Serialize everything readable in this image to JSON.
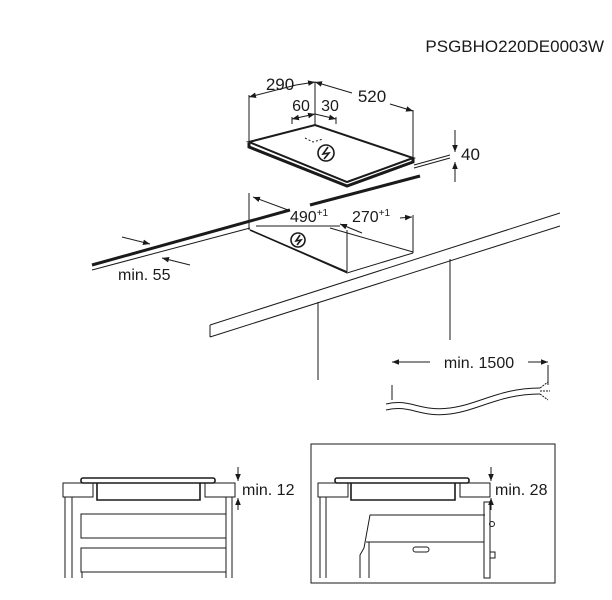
{
  "model_code": "PSGBHO220DE0003W",
  "hob_dimensions": {
    "depth": "290",
    "width": "520",
    "connection_offset_left": "60",
    "connection_offset_right": "30",
    "height": "40"
  },
  "cutout_dimensions": {
    "width": "490",
    "width_tolerance": "+1",
    "depth": "270",
    "depth_tolerance": "+1",
    "min_distance_wall": "min. 55"
  },
  "cable": {
    "min_length": "min. 1500"
  },
  "installation_clearances": {
    "above_drawers": "min. 12",
    "above_oven": "min. 28"
  },
  "icons": [
    "electric-symbol-icon",
    "arrow-icon"
  ]
}
